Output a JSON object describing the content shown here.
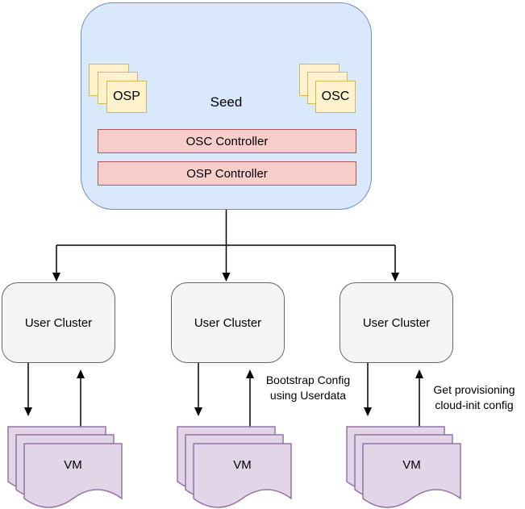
{
  "diagram": {
    "seed": {
      "label": "Seed",
      "osp_stack_label": "OSP",
      "osc_stack_label": "OSC",
      "controllers": [
        {
          "label": "OSC Controller"
        },
        {
          "label": "OSP Controller"
        }
      ]
    },
    "clusters": [
      {
        "label": "User Cluster",
        "vm_label": "VM"
      },
      {
        "label": "User Cluster",
        "vm_label": "VM"
      },
      {
        "label": "User Cluster",
        "vm_label": "VM"
      }
    ],
    "annotations": [
      {
        "line1": "Bootstrap Config",
        "line2": "using Userdata"
      },
      {
        "line1": "Get provisioning",
        "line2": "cloud-init config"
      }
    ],
    "colors": {
      "seed_fill": "#dae8fc",
      "seed_stroke": "#6c8ebf",
      "card_fill": "#fff2cc",
      "card_stroke": "#d6b656",
      "controller_fill": "#f8cecc",
      "controller_stroke": "#b85450",
      "cluster_fill": "#f5f5f5",
      "cluster_stroke": "#666666",
      "vm_fill": "#e1d5e7",
      "vm_stroke": "#9673a6",
      "connector": "#000000"
    }
  }
}
